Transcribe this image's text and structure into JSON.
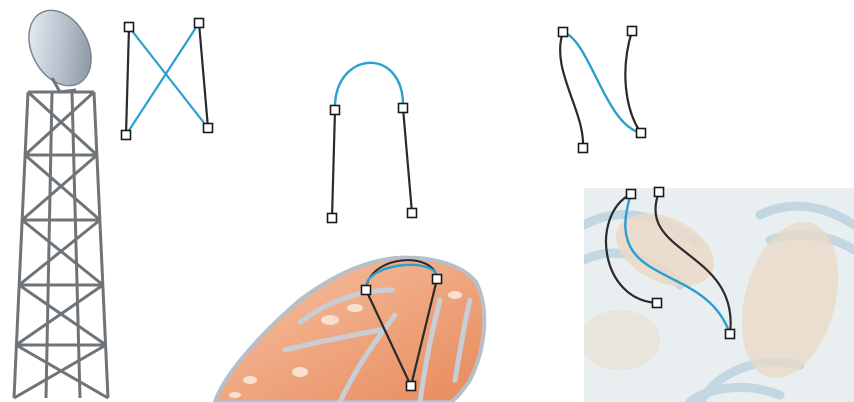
{
  "colors": {
    "stroke_dark": "#2a2a2a",
    "stroke_blue": "#2a9fd0",
    "handle_fill": "#ffffff",
    "handle_stroke": "#1a1a1a",
    "tower_steel": "#6f7478",
    "dish_light": "#e6ecf2",
    "dish_dark": "#8c98a6",
    "butterfly_orange": "#f0a678",
    "butterfly_vein": "#9aa4b2",
    "panel_bg": "#e9eef0",
    "panel_blue": "#bcd3e0",
    "panel_peach": "#ead9c8"
  },
  "figures": [
    {
      "name": "crossed-lines-figure",
      "handles": 4
    },
    {
      "name": "arch-curve-figure",
      "handles": 4
    },
    {
      "name": "s-curve-pair-figure",
      "handles": 4
    },
    {
      "name": "butterfly-arch-figure",
      "handles": 3
    },
    {
      "name": "panel-s-curve-figure",
      "handles": 4
    }
  ],
  "illustrations": [
    {
      "name": "radio-tower-illustration",
      "icon": "radio-tower-icon"
    },
    {
      "name": "butterfly-wing-illustration",
      "icon": "butterfly-icon"
    },
    {
      "name": "abstract-pattern-panel",
      "icon": "abstract-pattern-icon"
    }
  ]
}
